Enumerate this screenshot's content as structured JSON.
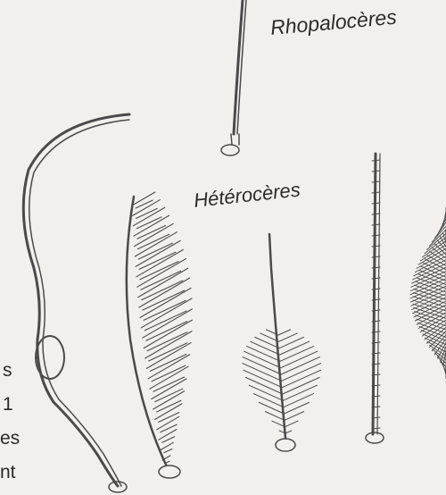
{
  "labels": {
    "rhopaloceres": "Rhopalocères",
    "heteroceres": "Hétérocères"
  },
  "left_text_fragments": [
    "s",
    "1",
    "es",
    "nt"
  ],
  "colors": {
    "background": "#f1f0ec",
    "ink": "#4a4a4a"
  },
  "antennae": [
    {
      "name": "clubbed-antenna",
      "group": "rhopaloceres"
    },
    {
      "name": "swollen-filiform-antenna"
    },
    {
      "name": "bipectinate-antenna"
    },
    {
      "name": "short-pectinate-antenna"
    },
    {
      "name": "filiform-antenna"
    },
    {
      "name": "plumose-antenna"
    }
  ]
}
